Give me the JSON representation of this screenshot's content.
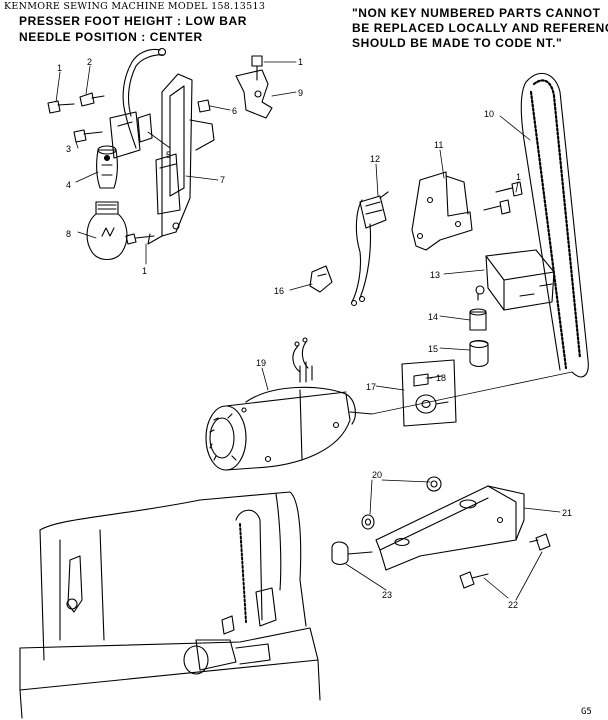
{
  "header": {
    "title": "KENMORE SEWING MACHINE  MODEL 158.13513",
    "presser_foot": "PRESSER FOOT HEIGHT : LOW BAR",
    "needle_position": "NEEDLE POSITION : CENTER"
  },
  "note": {
    "line1": "\"NON KEY NUMBERED PARTS CANNOT",
    "line2": "BE REPLACED LOCALLY AND REFERENCE",
    "line3": "SHOULD BE MADE TO CODE NT.\""
  },
  "callouts": {
    "c1a": "1",
    "c2": "2",
    "c3": "3",
    "c4": "4",
    "c5": "5",
    "c6": "6",
    "c7": "7",
    "c8": "8",
    "c1b": "1",
    "c1c": "1",
    "c9": "9",
    "c10": "10",
    "c11": "11",
    "c12": "12",
    "c1d": "1",
    "c13": "13",
    "c14": "14",
    "c15": "15",
    "c16": "16",
    "c17": "17",
    "c18": "18",
    "c19": "19",
    "c20": "20",
    "c21": "21",
    "c22": "22",
    "c23": "23"
  },
  "page_code": "G5"
}
